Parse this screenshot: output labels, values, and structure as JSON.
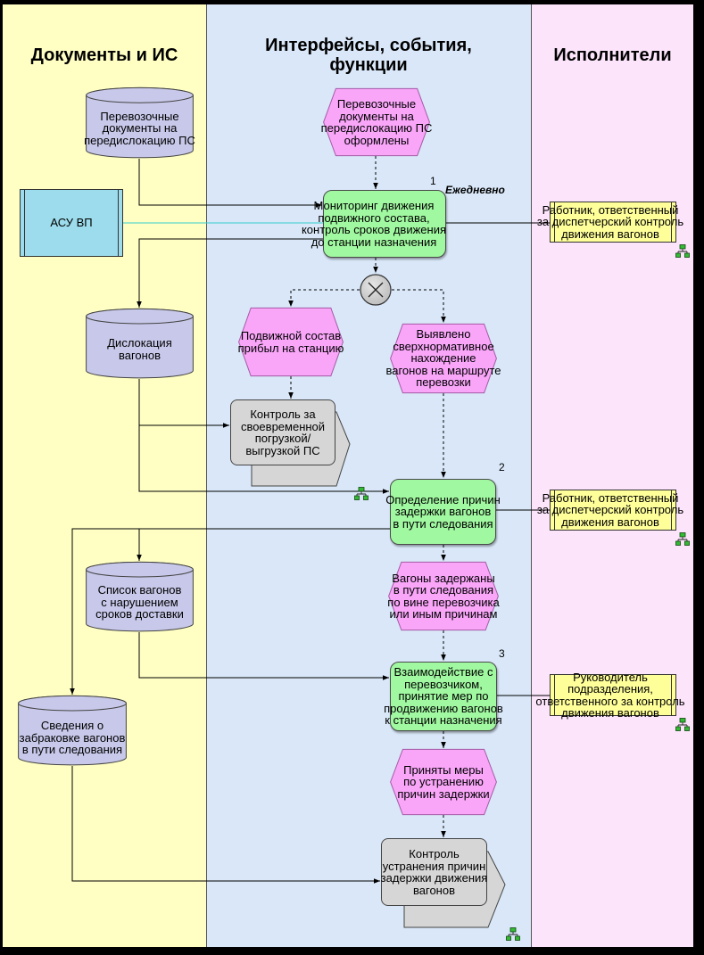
{
  "headers": {
    "documents": "Документы и ИС",
    "flow": "Интерфейсы, события, функции",
    "performers": "Исполнители"
  },
  "documents": {
    "transport_documents": "Перевозочные\nдокументы на\nпередислокацию ПС",
    "asu_vp": "АСУ ВП",
    "wagon_dislocation": "Дислокация\nвагонов",
    "delivery_violation_list": "Список вагонов\nс нарушением\nсроков доставки",
    "wagon_rejection_info": "Сведения о\nзабраковке вагонов\nв пути следования"
  },
  "events": {
    "documents_issued": "Перевозочные\nдокументы на\nпередислокацию ПС\nоформлены",
    "rolling_stock_arrived": "Подвижной состав\nприбыл на станцию",
    "excess_stay_detected": "Выявлено\nсверхнормативное\nнахождение\nвагонов на маршруте\nперевозки",
    "wagons_delayed": "Вагоны задержаны\nв пути следования\nпо вине перевозчика\nили иным причинам",
    "measures_taken": "Приняты меры\nпо устранению\nпричин задержки"
  },
  "functions": {
    "monitoring": {
      "number": "1",
      "label": "Мониторинг движения\nподвижного состава,\nконтроль сроков движения\nдо станции назначения",
      "frequency": "Ежедневно"
    },
    "delay_causes": {
      "number": "2",
      "label": "Определение причин\nзадержки вагонов\nв пути следования"
    },
    "carrier_interaction": {
      "number": "3",
      "label": "Взаимодействие с\nперевозчиком,\nпринятие мер по\nпродвижению вагонов\nк станции назначения"
    }
  },
  "process_interfaces": {
    "loading_control": "Контроль за\nсвоевременной\nпогрузкой/\nвыгрузкой ПС",
    "delay_elimination_control": "Контроль\nустранения причин\nзадержки движения\nвагонов"
  },
  "performers": {
    "dispatcher_1": "Работник, ответственный\nза диспетчерский контроль\nдвижения вагонов",
    "dispatcher_2": "Работник, ответственный\nза диспетчерский контроль\nдвижения вагонов",
    "unit_head": "Руководитель\nподразделения,\nответственного за контроль\nдвижения вагонов"
  },
  "icons": {
    "operator": "xor-icon",
    "process_link": "hierarchy-icon"
  },
  "colors": {
    "lane_documents": "#ffffc4",
    "lane_flow": "#d9e7f8",
    "lane_performers": "#fce4fb",
    "event": "#f9a6f9",
    "function": "#a0f8a0",
    "database": "#c8c8ea",
    "system": "#9cdcec",
    "performer": "#ffff9a",
    "process_interface": "#d6d6d6",
    "operator": "#bcbcbc",
    "connector": "#000000",
    "system_link": "#33cccc"
  }
}
